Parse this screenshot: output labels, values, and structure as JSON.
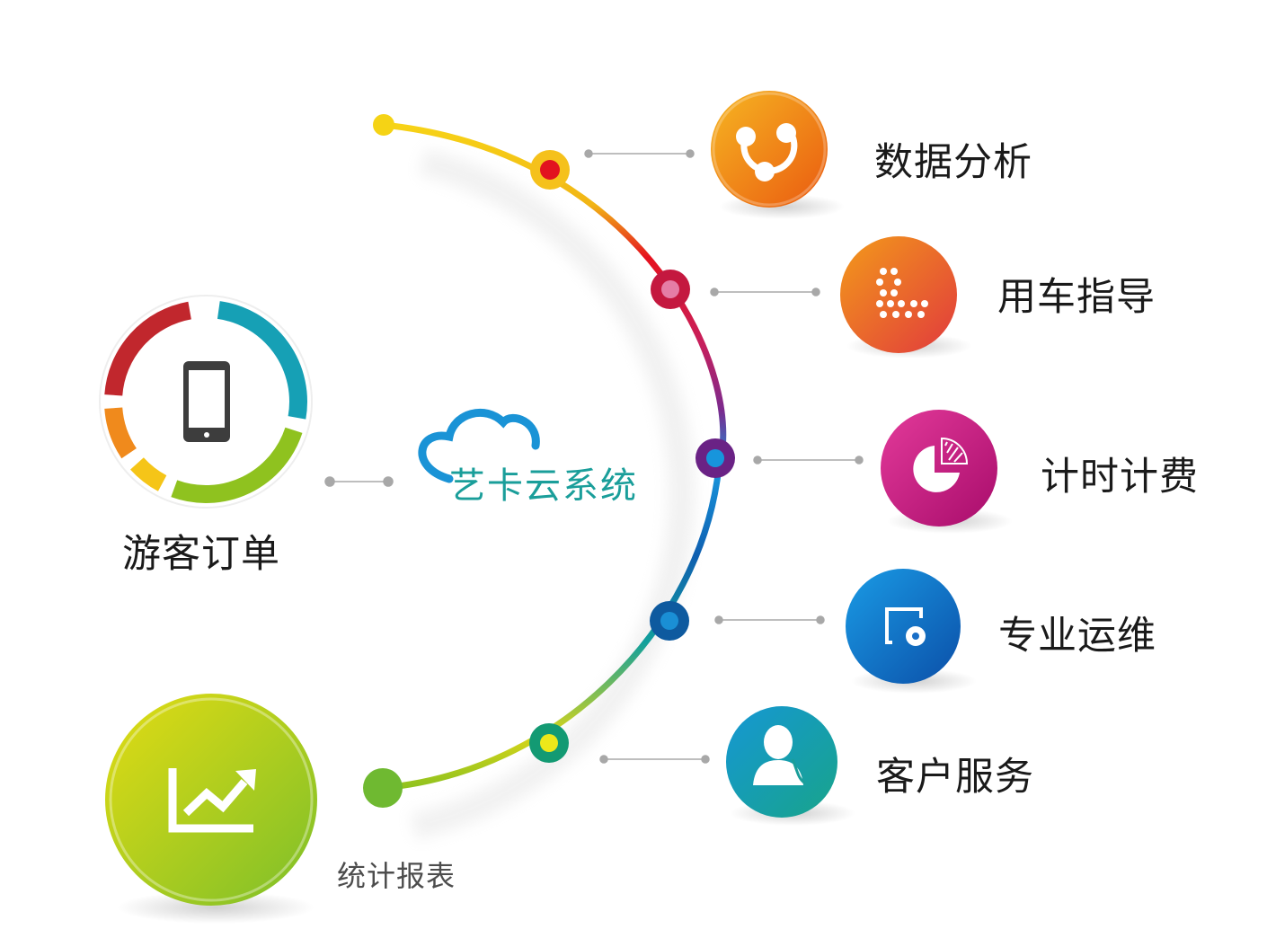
{
  "center": {
    "label": "艺卡云系统",
    "color": "#1a9e9a",
    "cloud_color": "#1a93d6",
    "icon": "cloud-icon"
  },
  "left_nodes": [
    {
      "id": "tourist-orders",
      "label": "游客订单",
      "icon": "smartphone-icon"
    },
    {
      "id": "statistics-report",
      "label": "统计报表",
      "icon": "trend-chart-icon",
      "color": "#9cc81f"
    }
  ],
  "right_nodes": [
    {
      "id": "data-analysis",
      "label": "数据分析",
      "icon": "share-network-icon",
      "color": "#f39a12"
    },
    {
      "id": "vehicle-guide",
      "label": "用车指导",
      "icon": "dot-grid-icon",
      "color": "#ea4a35"
    },
    {
      "id": "time-billing",
      "label": "计时计费",
      "icon": "pie-chart-icon",
      "color": "#c6127e"
    },
    {
      "id": "pro-maintenance",
      "label": "专业运维",
      "icon": "monitor-gear-icon",
      "color": "#0a6fc7"
    },
    {
      "id": "customer-service",
      "label": "客户服务",
      "icon": "headset-agent-icon",
      "color": "#1a9e9a"
    }
  ],
  "ring_segment_colors": [
    "#16a0b5",
    "#8fc21f",
    "#f5c518",
    "#f08a1c",
    "#c1272d"
  ]
}
